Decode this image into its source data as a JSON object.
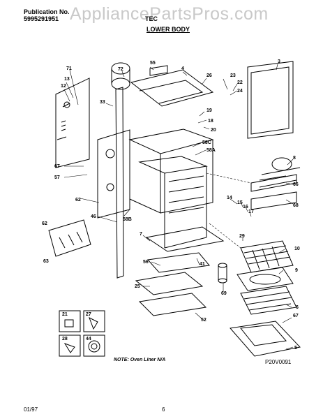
{
  "header": {
    "publication_label": "Publication No.",
    "publication_number": "5995291951",
    "model_partial": "TEC",
    "section_title": "LOWER BODY"
  },
  "watermark": "AppliancePartsPros.com",
  "note": "NOTE: Oven Liner N/A",
  "diagram_code": "P20V0091",
  "footer": {
    "date": "01/97",
    "page": "6"
  },
  "callouts": [
    "71",
    "13",
    "12",
    "33",
    "72",
    "55",
    "4",
    "26",
    "23",
    "22",
    "24",
    "3",
    "19",
    "18",
    "20",
    "58C",
    "58A",
    "67",
    "57",
    "62",
    "46",
    "58B",
    "8",
    "66",
    "14",
    "15",
    "16",
    "17",
    "68",
    "29",
    "62",
    "63",
    "7",
    "56",
    "41",
    "10",
    "9",
    "25",
    "69",
    "6",
    "52",
    "21",
    "27",
    "67",
    "28",
    "44",
    "5"
  ],
  "legend_labels": [
    "21",
    "27",
    "28",
    "44"
  ]
}
